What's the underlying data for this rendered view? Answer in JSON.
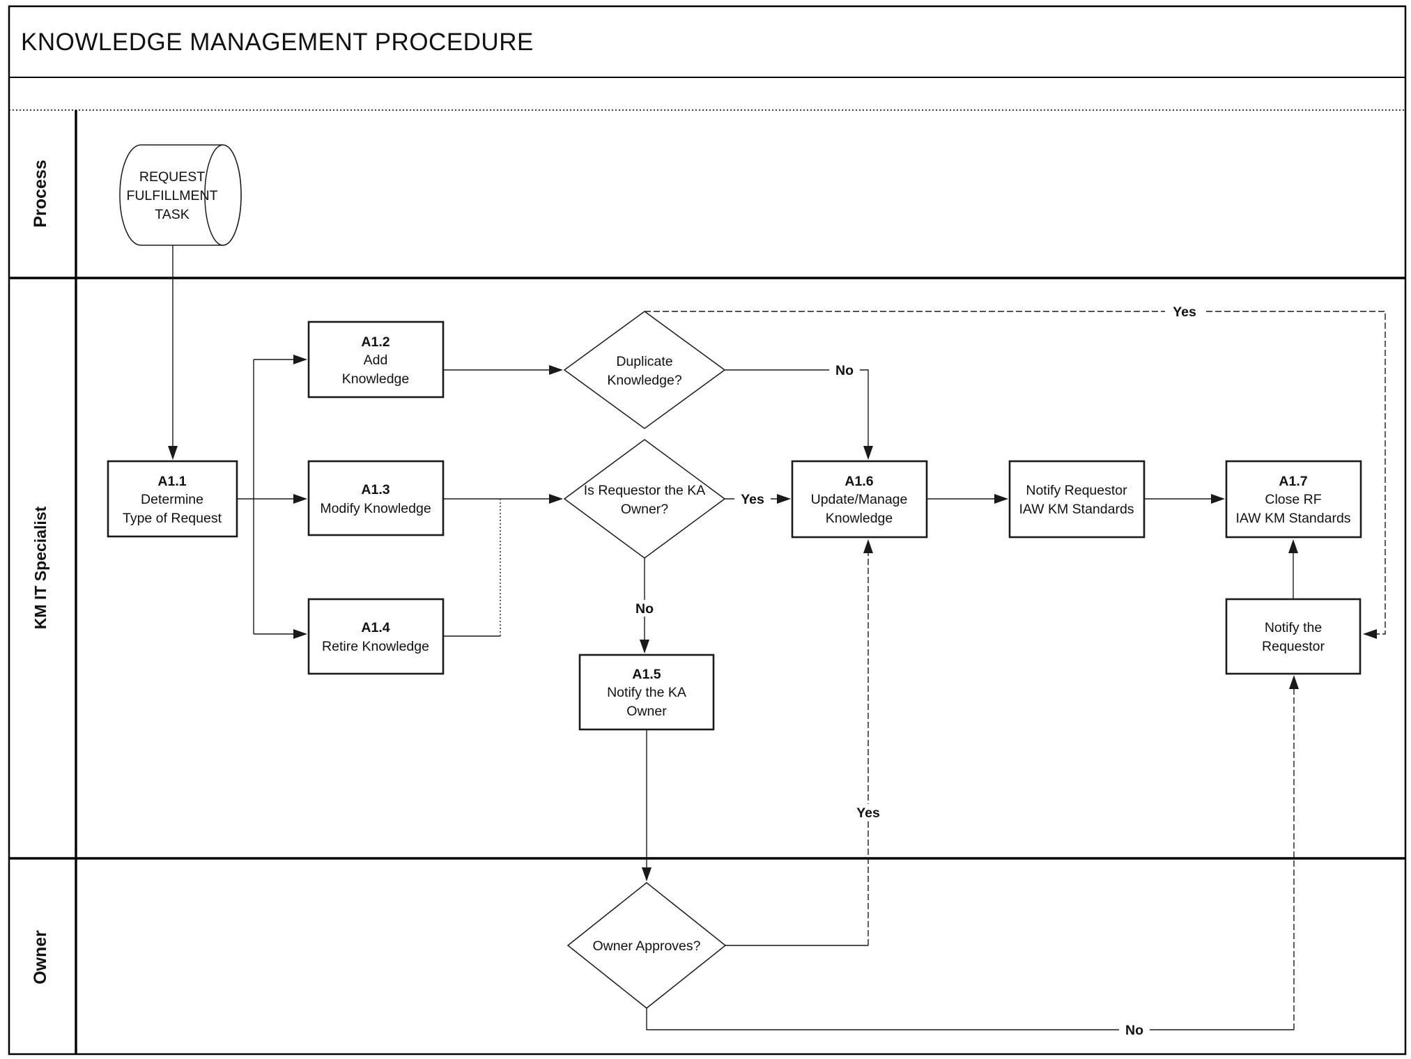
{
  "title": "KNOWLEDGE MANAGEMENT PROCEDURE",
  "lanes": {
    "process": "Process",
    "km": "KM IT Specialist",
    "owner": "Owner"
  },
  "nodes": {
    "start": {
      "l1": "REQUEST",
      "l2": "FULFILLMENT",
      "l3": "TASK"
    },
    "a11": {
      "id": "A1.1",
      "l1": "Determine",
      "l2": "Type of Request"
    },
    "a12": {
      "id": "A1.2",
      "l1": "Add",
      "l2": "Knowledge"
    },
    "a13": {
      "id": "A1.3",
      "l1": "Modify Knowledge"
    },
    "a14": {
      "id": "A1.4",
      "l1": "Retire Knowledge"
    },
    "a15": {
      "id": "A1.5",
      "l1": "Notify the KA",
      "l2": "Owner"
    },
    "a16": {
      "id": "A1.6",
      "l1": "Update/Manage",
      "l2": "Knowledge"
    },
    "a17": {
      "id": "A1.7",
      "l1": "Close RF",
      "l2": "IAW KM Standards"
    },
    "notify_requestor": {
      "l1": "Notify Requestor",
      "l2": "IAW KM Standards"
    },
    "notify_the_requestor": {
      "l1": "Notify the",
      "l2": "Requestor"
    }
  },
  "decisions": {
    "duplicate": {
      "l1": "Duplicate",
      "l2": "Knowledge?"
    },
    "ka_owner": {
      "l1": "Is Requestor the KA",
      "l2": "Owner?"
    },
    "owner_approves": {
      "l1": "Owner Approves?"
    }
  },
  "labels": {
    "duplicate_yes": "Yes",
    "duplicate_no": "No",
    "ka_owner_yes": "Yes",
    "ka_owner_no": "No",
    "owner_yes": "Yes",
    "owner_no": "No"
  },
  "colors": {
    "ink": "#000000",
    "background": "#ffffff"
  }
}
